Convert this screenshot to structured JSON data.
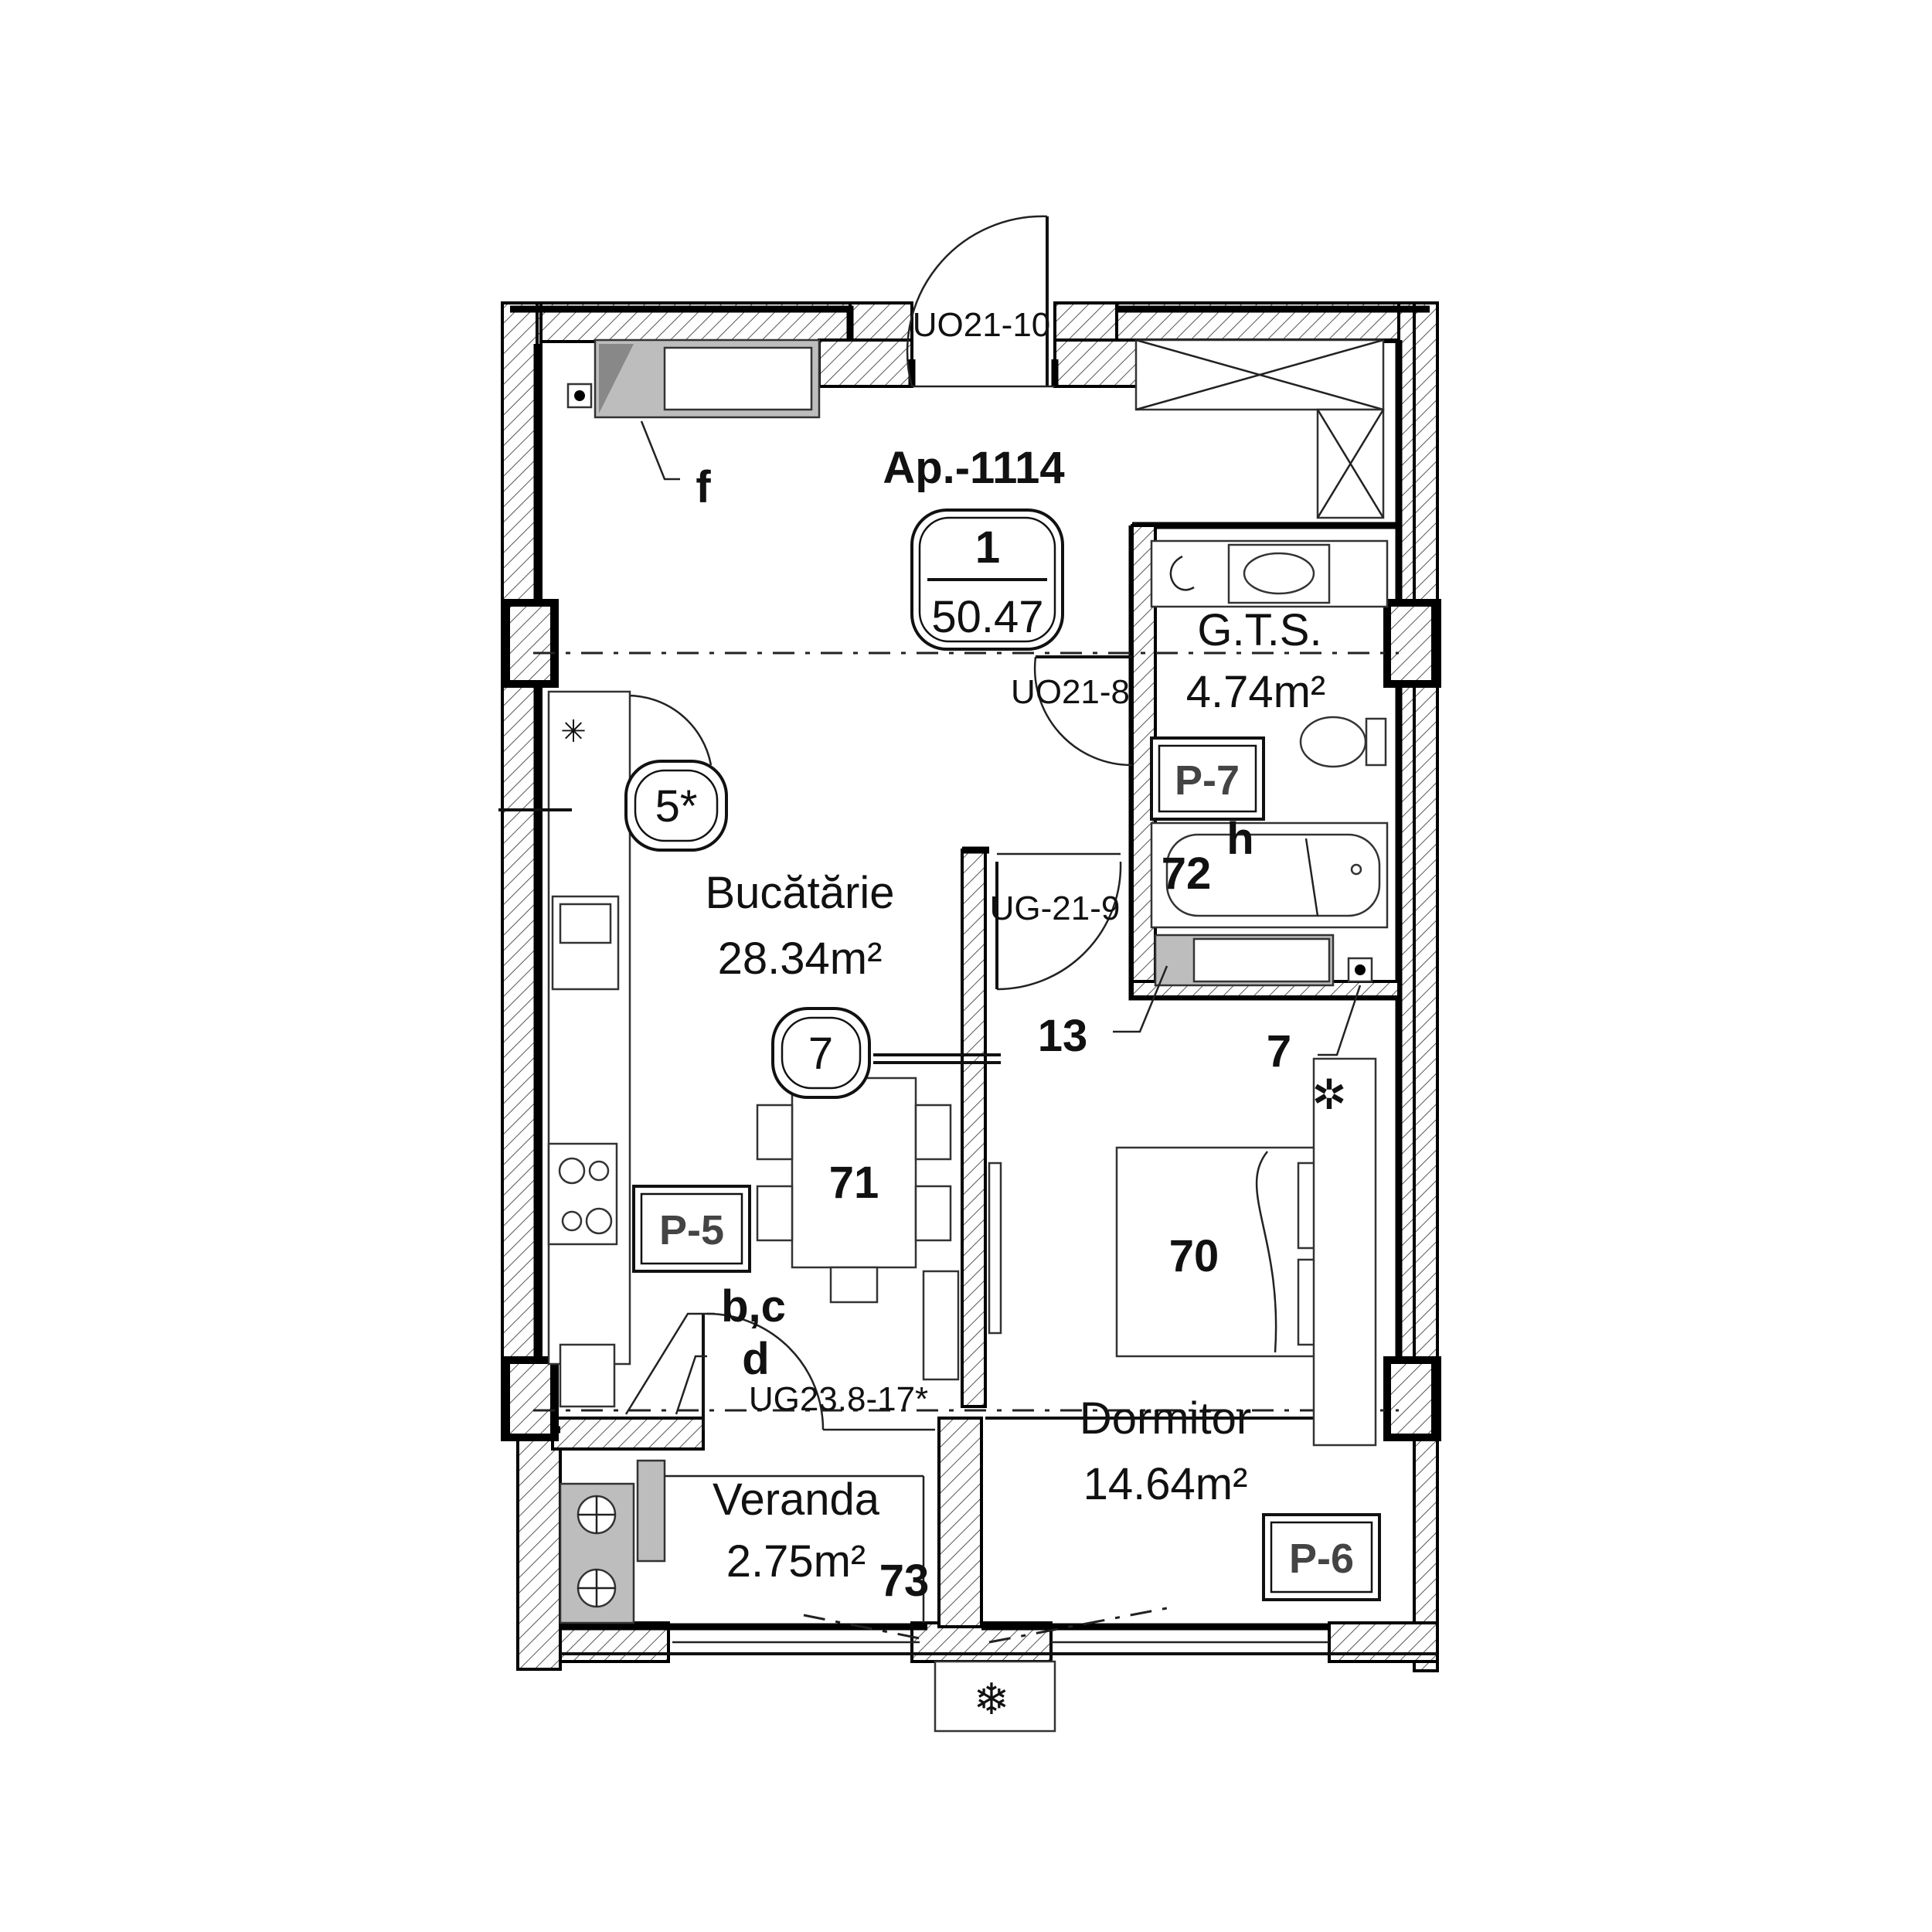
{
  "apartment": {
    "title": "Ap.-1114",
    "number": "1",
    "area": "50.47"
  },
  "rooms": {
    "bucatarie": {
      "name": "Bucătărie",
      "area": "28.34m²"
    },
    "gts": {
      "name": "G.T.S.",
      "area": "4.74m²"
    },
    "dormitor": {
      "name": "Dormitor",
      "area": "14.64m²"
    },
    "veranda": {
      "name": "Veranda",
      "area": "2.75m²"
    }
  },
  "doors": {
    "entry": "UO21-10",
    "bath": "UO21-8",
    "bedroom": "UG-21-9",
    "veranda": "UG23.8-17*"
  },
  "panels": {
    "p5": "P-5",
    "p6": "P-6",
    "p7": "P-7"
  },
  "circles": {
    "c5": "5*",
    "c7": "7"
  },
  "markers": {
    "f": "f",
    "h": "h",
    "bc": "b,c",
    "d": "d",
    "n13": "13",
    "n7": "7",
    "n70": "70",
    "n71": "71",
    "n72": "72",
    "n73": "73"
  }
}
